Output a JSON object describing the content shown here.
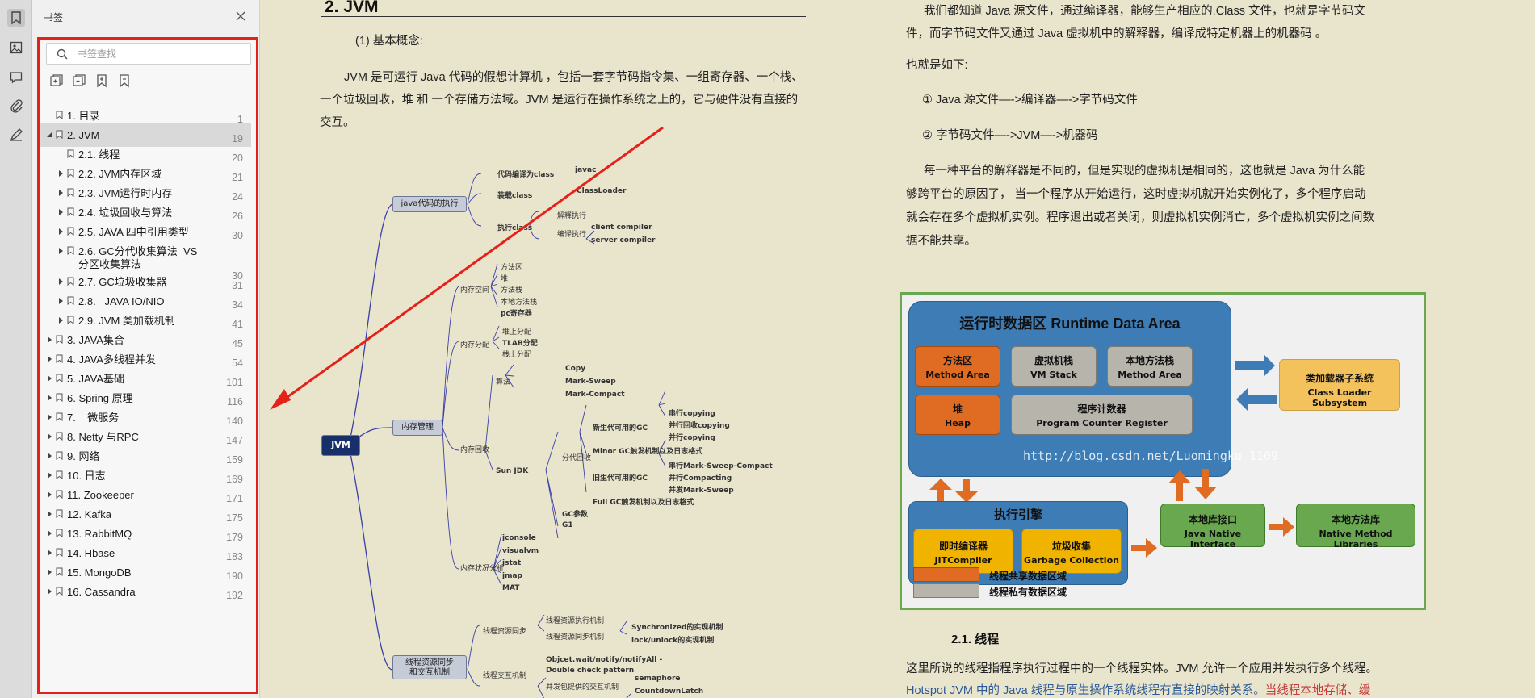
{
  "sidebar_tools": [
    "bookmark-icon",
    "thumbnail-icon",
    "comment-icon",
    "attachment-icon",
    "signature-icon"
  ],
  "panel": {
    "title": "书签",
    "search_placeholder": "书签查找",
    "tools": [
      "expand-all-icon",
      "collapse-all-icon",
      "add-bookmark-icon",
      "delete-bookmark-icon"
    ],
    "items": [
      {
        "label": "1. 目录",
        "page": "1",
        "level": 0,
        "expand": "none"
      },
      {
        "label": "2. JVM",
        "page": "19",
        "level": 0,
        "expand": "open",
        "selected": true
      },
      {
        "label": "2.1. 线程",
        "page": "20",
        "level": 1,
        "expand": "none"
      },
      {
        "label": "2.2. JVM内存区域",
        "page": "21",
        "level": 1,
        "expand": "closed"
      },
      {
        "label": "2.3. JVM运行时内存",
        "page": "24",
        "level": 1,
        "expand": "closed"
      },
      {
        "label": "2.4. 垃圾回收与算法",
        "page": "26",
        "level": 1,
        "expand": "closed"
      },
      {
        "label": "2.5. JAVA 四中引用类型",
        "page": "30",
        "level": 1,
        "expand": "closed"
      },
      {
        "label": "2.6. GC分代收集算法  VS\n分区收集算法",
        "page": "30",
        "level": 1,
        "expand": "closed"
      },
      {
        "label": "2.7. GC垃圾收集器",
        "page": "31",
        "level": 1,
        "expand": "closed"
      },
      {
        "label": "2.8.   JAVA IO/NIO",
        "page": "34",
        "level": 1,
        "expand": "closed"
      },
      {
        "label": "2.9. JVM 类加载机制",
        "page": "41",
        "level": 1,
        "expand": "closed"
      },
      {
        "label": "3. JAVA集合",
        "page": "45",
        "level": 0,
        "expand": "closed"
      },
      {
        "label": "4. JAVA多线程并发",
        "page": "54",
        "level": 0,
        "expand": "closed"
      },
      {
        "label": "5. JAVA基础",
        "page": "101",
        "level": 0,
        "expand": "closed"
      },
      {
        "label": "6. Spring 原理",
        "page": "116",
        "level": 0,
        "expand": "closed"
      },
      {
        "label": "7.    微服务",
        "page": "140",
        "level": 0,
        "expand": "closed"
      },
      {
        "label": "8. Netty 与RPC",
        "page": "147",
        "level": 0,
        "expand": "closed"
      },
      {
        "label": "9. 网络",
        "page": "159",
        "level": 0,
        "expand": "closed"
      },
      {
        "label": "10. 日志",
        "page": "169",
        "level": 0,
        "expand": "closed"
      },
      {
        "label": "11. Zookeeper",
        "page": "171",
        "level": 0,
        "expand": "closed"
      },
      {
        "label": "12. Kafka",
        "page": "175",
        "level": 0,
        "expand": "closed"
      },
      {
        "label": "13. RabbitMQ",
        "page": "179",
        "level": 0,
        "expand": "closed"
      },
      {
        "label": "14. Hbase",
        "page": "183",
        "level": 0,
        "expand": "closed"
      },
      {
        "label": "15. MongoDB",
        "page": "190",
        "level": 0,
        "expand": "closed"
      },
      {
        "label": "16. Cassandra",
        "page": "192",
        "level": 0,
        "expand": "closed"
      }
    ]
  },
  "page1": {
    "heading": "2. JVM",
    "concept": "(1) 基本概念:",
    "para": "JVM 是可运行 Java 代码的假想计算机 ，包括一套字节码指令集、一组寄存器、一个栈、一个垃圾回收，堆 和 一个存储方法域。JVM 是运行在操作系统之上的，它与硬件没有直接的交互。",
    "mindmap": {
      "root": "JVM",
      "n_exec": "java代码的执行",
      "n_mem": "内存管理",
      "n_thread": "线程资源同步\n和交互机制",
      "labels": [
        "代码编译为class",
        "javac",
        "装载class",
        "ClassLoader",
        "执行class",
        "解释执行",
        "编译执行",
        "client compiler",
        "server compiler",
        "内存空间",
        "方法区",
        "堆",
        "方法栈",
        "本地方法栈",
        "pc寄存器",
        "内存分配",
        "堆上分配",
        "TLAB分配",
        "栈上分配",
        "算法",
        "Copy",
        "Mark-Sweep",
        "Mark-Compact",
        "内存回收",
        "Sun JDK",
        "分代回收",
        "新生代可用的GC",
        "串行copying",
        "并行回收copying",
        "并行copying",
        "Minor GC触发机制以及日志格式",
        "旧生代可用的GC",
        "串行Mark-Sweep-Compact",
        "并行Compacting",
        "并发Mark-Sweep",
        "Full GC触发机制以及日志格式",
        "GC参数",
        "G1",
        "内存状况分析",
        "jconsole",
        "visualvm",
        "jstat",
        "jmap",
        "MAT",
        "线程资源同步",
        "线程资源执行机制",
        "线程资源同步机制",
        "Synchronized的实现机制",
        "lock/unlock的实现机制",
        "线程交互机制",
        "Objcet.wait/notify/notifyAll -",
        "Double check pattern",
        "并发包提供的交互机制",
        "semaphore",
        "CountdownLatch"
      ]
    }
  },
  "page2": {
    "p1": "我们都知道 Java 源文件，通过编译器，能够生产相应的.Class 文件，也就是字节码文件，而字节码文件又通过 Java 虚拟机中的解释器，编译成特定机器上的机器码 。",
    "p2": "也就是如下:",
    "li1": "① Java 源文件—->编译器—->字节码文件",
    "li2": "② 字节码文件—->JVM—->机器码",
    "p3": "每一种平台的解释器是不同的，但是实现的虚拟机是相同的，这也就是 Java 为什么能够跨平台的原因了， 当一个程序从开始运行，这时虚拟机就开始实例化了，多个程序启动就会存在多个虚拟机实例。程序退出或者关闭，则虚拟机实例消亡，多个虚拟机实例之间数据不能共享。",
    "diagram": {
      "rda_title": "运行时数据区  Runtime Data Area",
      "method_area": [
        "方法区",
        "Method Area"
      ],
      "vm_stack": [
        "虚拟机栈",
        "VM Stack"
      ],
      "native_stack": [
        "本地方法栈",
        "Method Area"
      ],
      "heap": [
        "堆",
        "Heap"
      ],
      "pc": [
        "程序计数器",
        "Program Counter Register"
      ],
      "classloader": [
        "类加载器子系统",
        "Class Loader Subsystem"
      ],
      "engine": "执行引擎",
      "jit": [
        "即时编译器",
        "JITCompiler"
      ],
      "gc": [
        "垃圾收集",
        "Garbage Collection"
      ],
      "jni": [
        "本地库接口",
        "Java Native Interface"
      ],
      "nml": [
        "本地方法库",
        "Native Method Libraries"
      ],
      "legend_shared": "线程共享数据区域",
      "legend_private": "线程私有数据区域",
      "watermark": "http://blog.csdn.net/Luomingku 1109"
    },
    "h3": "2.1. 线程",
    "p4": "这里所说的线程指程序执行过程中的一个线程实体。JVM 允许一个应用并发执行多个线程。",
    "p5a": "Hotspot JVM 中的 Java 线程与原生操作系统线程有直接的映射关系。",
    "p5b": "当线程本地存储、缓"
  },
  "colors": {
    "accent_red": "#e52119",
    "orange": "#e06b22",
    "blue": "#3d7cb5",
    "green": "#6aa84f",
    "yellow": "#f0b400"
  }
}
